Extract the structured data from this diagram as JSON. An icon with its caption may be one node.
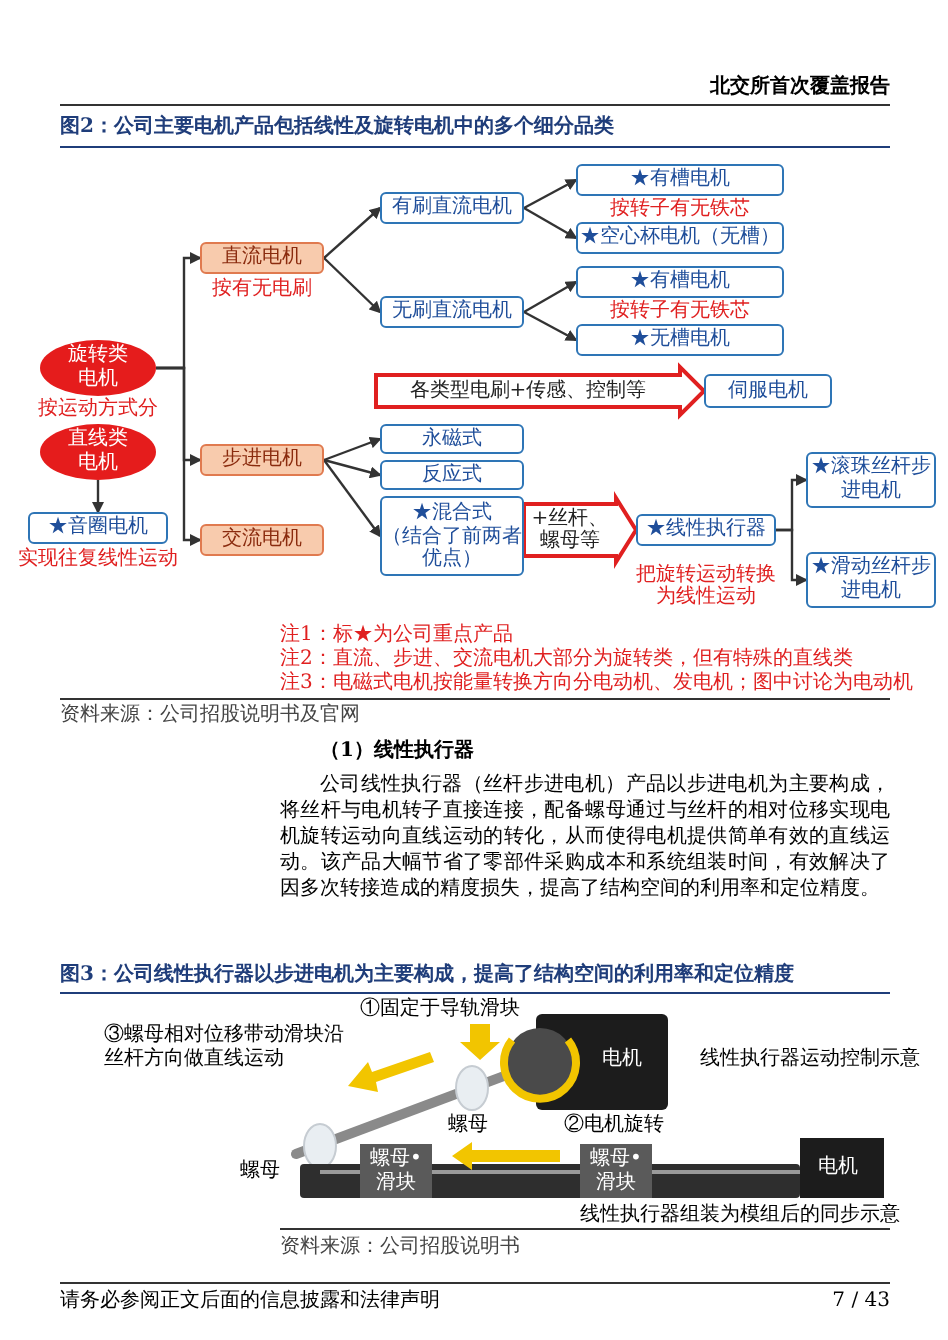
{
  "diagram": {
    "title": "图2：公司主要电机产品包括线性及旋转电机中的多个细分品类",
    "nodes": [
      {
        "text": [
          "旋转类电机"
        ],
        "beside": [
          "按运动方式分"
        ]
      },
      {
        "text": [
          "直线类电机"
        ]
      },
      {
        "text": [
          "★音圈电机"
        ],
        "beside": [
          "实现往复线性运动"
        ]
      },
      {
        "text": [
          "直流电机"
        ],
        "beside": [
          "按有无电刷"
        ]
      },
      {
        "text": [
          "步进电机"
        ]
      },
      {
        "text": [
          "交流电机"
        ]
      },
      {
        "text": [
          "有刷直流电机"
        ]
      },
      {
        "text": [
          "无刷直流电机"
        ]
      },
      {
        "text": [
          "★有槽电机"
        ],
        "beside": [
          "按转子有无铁芯"
        ]
      },
      {
        "text": [
          "★空心杯电机（无槽）"
        ]
      },
      {
        "text": [
          "★有槽电机"
        ],
        "beside": [
          "按转子有无铁芯"
        ]
      },
      {
        "text": [
          "★无槽电机"
        ]
      },
      {
        "text": [
          "永磁式"
        ]
      },
      {
        "text": [
          "反应式"
        ]
      },
      {
        "text": [
          "★混合式",
          "（结合了前两者优点）"
        ]
      },
      {
        "text": [
          "伺服电机"
        ]
      },
      {
        "text": [
          "★线性执行器"
        ],
        "beside": [
          "把旋转运动转换为线性运动"
        ]
      },
      {
        "text": [
          "★滚珠丝杆步进电机"
        ]
      },
      {
        "text": [
          "★滑动丝杆步进电机"
        ]
      }
    ],
    "edges": [
      {
        "from": 0,
        "to": 3,
        "arrow": "to"
      },
      {
        "from": 0,
        "to": 4,
        "arrow": "to"
      },
      {
        "from": 0,
        "to": 5,
        "arrow": "to"
      },
      {
        "from": 1,
        "to": 2,
        "arrow": "to"
      },
      {
        "from": 3,
        "to": 6,
        "arrow": "to"
      },
      {
        "from": 3,
        "to": 7,
        "arrow": "to"
      },
      {
        "from": 6,
        "to": 8,
        "arrow": "to"
      },
      {
        "from": 6,
        "to": 9,
        "arrow": "to"
      },
      {
        "from": 7,
        "to": 10,
        "arrow": "to"
      },
      {
        "from": 7,
        "to": 11,
        "arrow": "to"
      },
      {
        "from": 4,
        "to": 12,
        "arrow": "to"
      },
      {
        "from": 4,
        "to": 13,
        "arrow": "to"
      },
      {
        "from": 4,
        "to": 14,
        "arrow": "to"
      },
      {
        "from": null,
        "to": 15,
        "arrow": "to",
        "label": "各类型电刷+传感、控制等",
        "style": "thick",
        "color": "#e02020"
      },
      {
        "from": 14,
        "to": 16,
        "arrow": "to",
        "label": "+丝杆、螺母等",
        "style": "thick",
        "color": "#e02020"
      },
      {
        "from": 16,
        "to": 17,
        "arrow": "to"
      },
      {
        "from": 16,
        "to": 18,
        "arrow": "to"
      }
    ],
    "labels": [
      "北交所首次覆盖报告",
      "注1：标★为公司重点产品",
      "注2：直流、步进、交流电机大部分为旋转类，但有特殊的直线类",
      "注3：电磁式电机按能量转换方向分电动机、发电机；图中讨论为电动机",
      "资料来源：公司招股说明书及官网",
      "（1）线性执行器",
      "公司线性执行器（丝杆步进电机）产品以步进电机为主要构成，将丝杆与电机转子直接连接，配备螺母通过与丝杆的相对位移实现电机旋转运动向直线运动的转化，从而使得电机提供简单有效的直线运动。该产品大幅节省了零部件采购成本和系统组装时间，有效解决了因多次转接造成的精度损失，提高了结构空间的利用率和定位精度。",
      "图3：公司线性执行器以步进电机为主要构成，提高了结构空间的利用率和定位精度",
      "①固定于导轨滑块",
      "③螺母相对位移带动滑块沿丝杆方向做直线运动",
      "螺母",
      "②电机旋转",
      "电机",
      "线性执行器运动控制示意",
      "螺母",
      "螺母•滑块",
      "螺母•滑块",
      "电机",
      "线性执行器组装为模组后的同步示意",
      "资料来源：公司招股说明书",
      "请务必参阅正文后面的信息披露和法律声明",
      "7 / 43"
    ]
  }
}
